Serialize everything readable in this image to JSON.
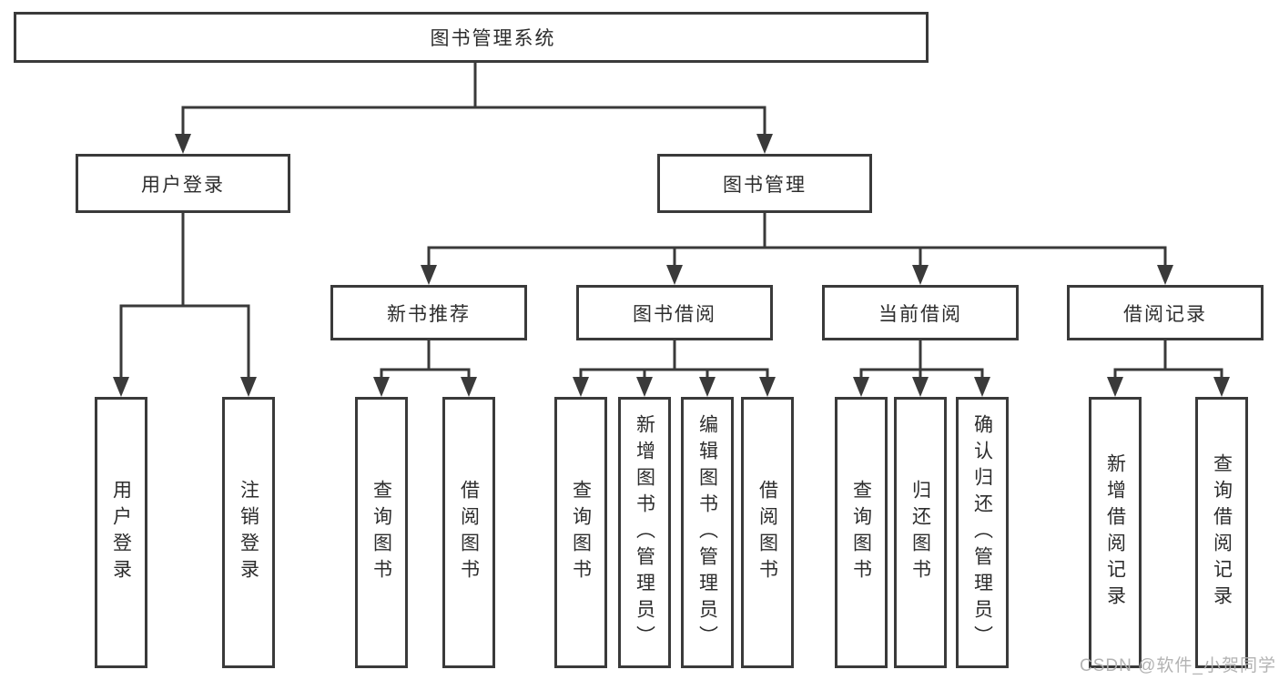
{
  "diagram": {
    "title": "图书管理系统",
    "level2": {
      "user_login": "用户登录",
      "book_management": "图书管理"
    },
    "level3": {
      "new_book_recommend": "新书推荐",
      "book_borrow": "图书借阅",
      "current_borrow": "当前借阅",
      "borrow_records": "借阅记录"
    },
    "leaves": {
      "login": [
        "用户登录",
        "注销登录"
      ],
      "recommend": [
        "查询图书",
        "借阅图书"
      ],
      "borrow": [
        "查询图书",
        "新增图书（管理员）",
        "编辑图书（管理员）",
        "借阅图书"
      ],
      "current": [
        "查询图书",
        "归还图书",
        "确认归还（管理员）"
      ],
      "records": [
        "新增借阅记录",
        "查询借阅记录"
      ]
    }
  },
  "watermark": "CSDN @软件_小贺同学",
  "colors": {
    "line": "#3a3a3a",
    "text": "#2d2d2d",
    "watermark": "#afafaf",
    "background": "#ffffff"
  }
}
